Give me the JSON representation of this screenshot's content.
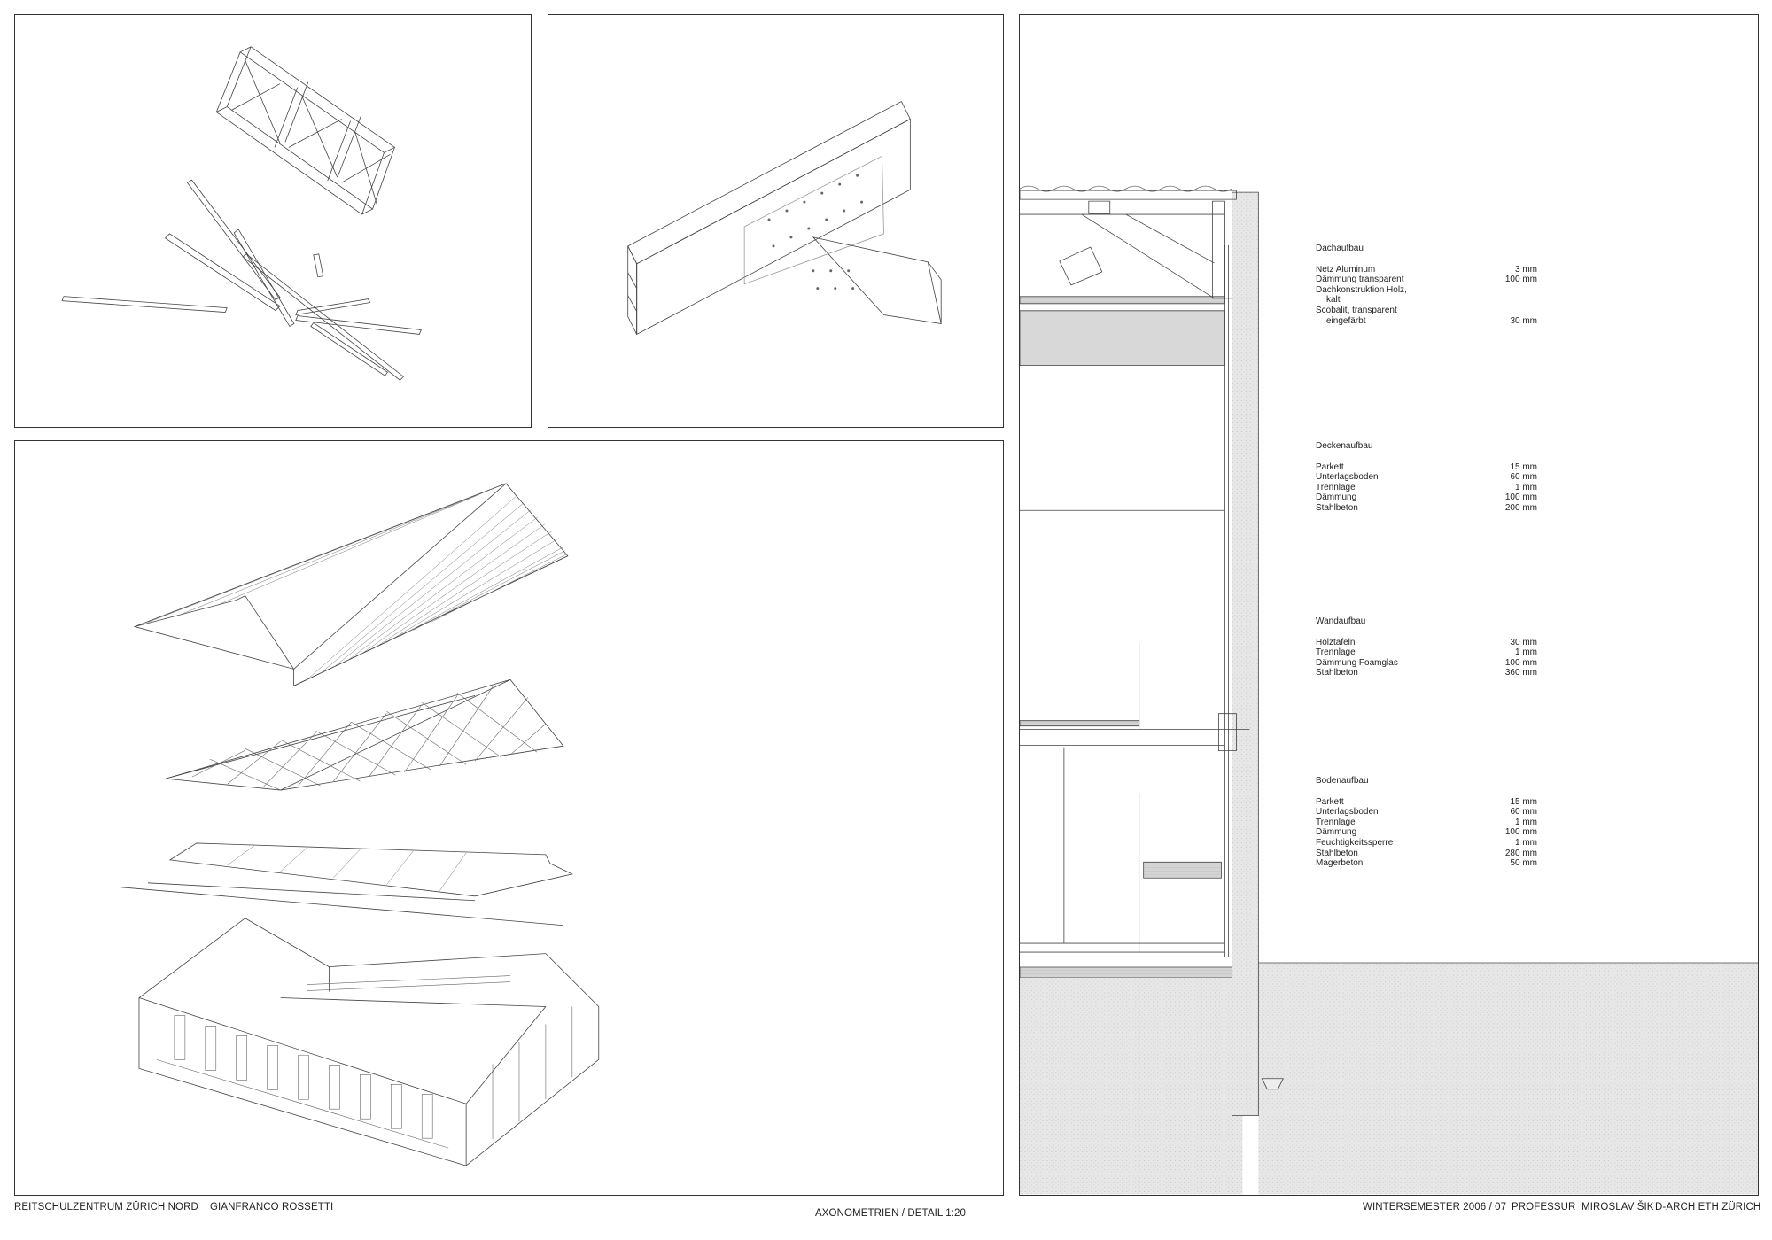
{
  "footer": {
    "project": "REITSCHULZENTRUM ZÜRICH NORD",
    "author": "GIANFRANCO ROSSETTI",
    "sheet_title": "AXONOMETRIEN / DETAIL 1:20",
    "semester": "WINTERSEMESTER 2006 / 07",
    "professor": "PROFESSUR  MIROSLAV ŠIK",
    "school": "D-ARCH ETH ZÜRICH"
  },
  "legend": {
    "dach": {
      "title": "Dachaufbau",
      "rows": [
        {
          "label": "Netz Aluminum",
          "value": "3 mm"
        },
        {
          "label": "Dämmung transparent",
          "value": "100 mm"
        },
        {
          "label": "Dachkonstruktion Holz,",
          "value": ""
        },
        {
          "label": "kalt",
          "value": "",
          "indent": true
        },
        {
          "label": "Scobalit, transparent",
          "value": ""
        },
        {
          "label": "eingefärbt",
          "value": "30 mm",
          "indent": true
        }
      ]
    },
    "decke": {
      "title": "Deckenaufbau",
      "rows": [
        {
          "label": "Parkett",
          "value": "15 mm"
        },
        {
          "label": "Unterlagsboden",
          "value": "60 mm"
        },
        {
          "label": "Trennlage",
          "value": "1 mm"
        },
        {
          "label": "Dämmung",
          "value": "100 mm"
        },
        {
          "label": "Stahlbeton",
          "value": "200 mm"
        }
      ]
    },
    "wand": {
      "title": "Wandaufbau",
      "rows": [
        {
          "label": "Holztafeln",
          "value": "30 mm"
        },
        {
          "label": "Trennlage",
          "value": "1 mm"
        },
        {
          "label": "Dämmung Foamglas",
          "value": "100 mm"
        },
        {
          "label": "Stahlbeton",
          "value": "360 mm"
        }
      ]
    },
    "boden": {
      "title": "Bodenaufbau",
      "rows": [
        {
          "label": "Parkett",
          "value": "15 mm"
        },
        {
          "label": "Unterlagsboden",
          "value": "60 mm"
        },
        {
          "label": "Trennlage",
          "value": "1 mm"
        },
        {
          "label": "Dämmung",
          "value": "100 mm"
        },
        {
          "label": "Feuchtigkeitssperre",
          "value": "1 mm"
        },
        {
          "label": "Stahlbeton",
          "value": "280 mm"
        },
        {
          "label": "Magerbeton",
          "value": "50 mm"
        }
      ]
    }
  }
}
